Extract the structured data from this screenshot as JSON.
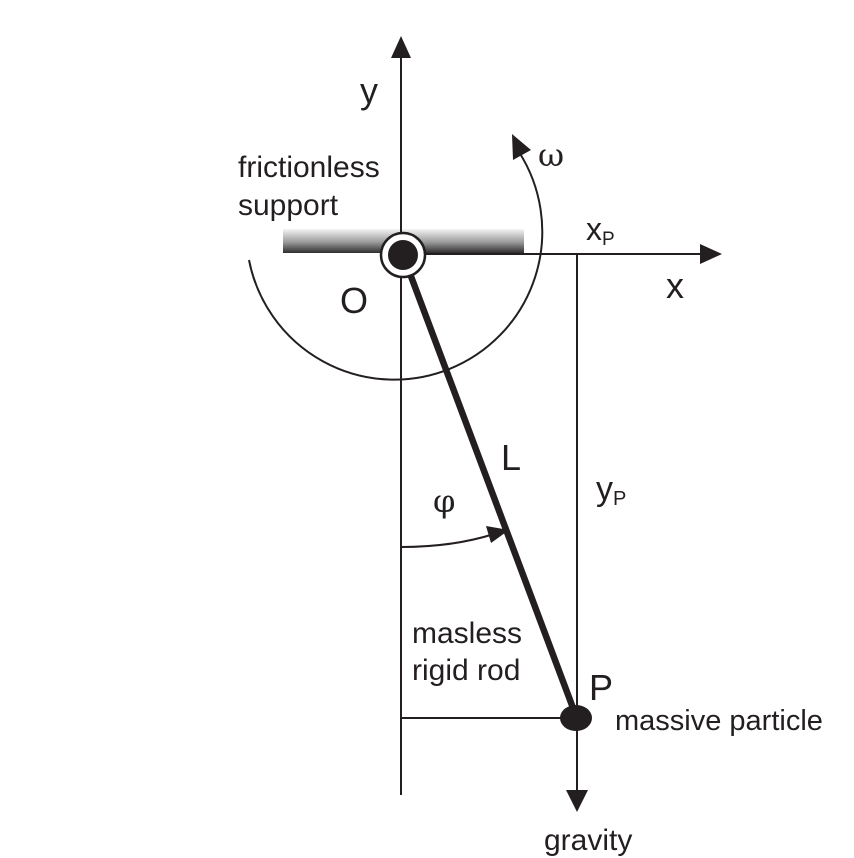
{
  "labels": {
    "y_axis": "y",
    "x_axis": "x",
    "omega": "ω",
    "support_line1": "frictionless",
    "support_line2": "support",
    "x_p_main": "x",
    "x_p_sub": "P",
    "origin": "O",
    "length": "L",
    "y_p_main": "y",
    "y_p_sub": "P",
    "phi": "φ",
    "rod_line1": "masless",
    "rod_line2": "rigid rod",
    "particle_point": "P",
    "particle_label": "massive particle",
    "gravity": "gravity"
  },
  "colors": {
    "ink": "#231f20",
    "support_dark": "#3a3a3a",
    "support_light": "#f2f2f2"
  }
}
